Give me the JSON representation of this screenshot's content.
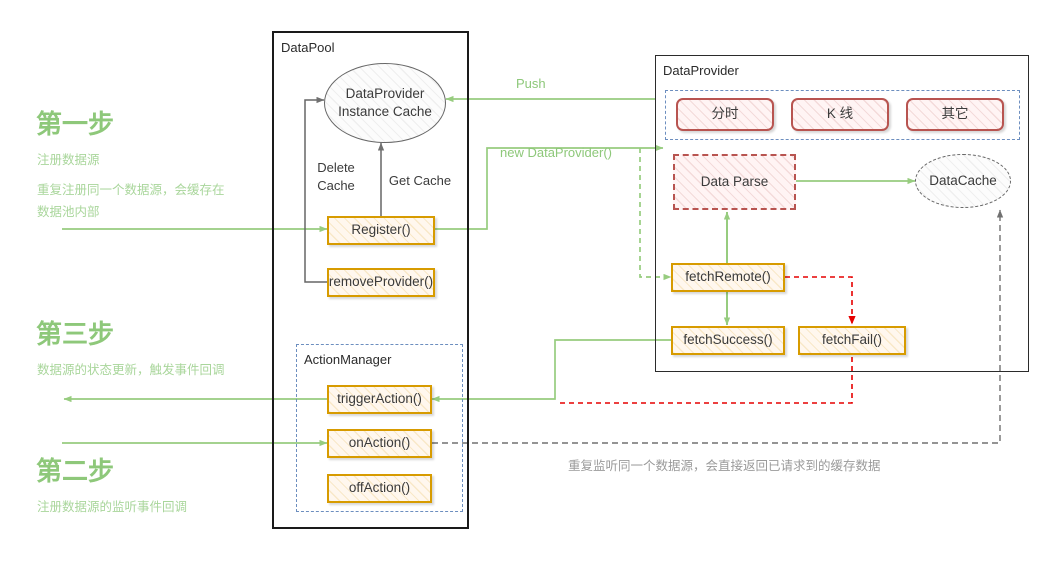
{
  "steps": [
    {
      "id": "step1",
      "title": "第一步",
      "lines": [
        "注册数据源",
        "重复注册同一个数据源，会缓存在",
        "数据池内部"
      ]
    },
    {
      "id": "step3",
      "title": "第三步",
      "lines": [
        "数据源的状态更新，触发事件回调"
      ]
    },
    {
      "id": "step2",
      "title": "第二步",
      "lines": [
        "注册数据源的监听事件回调"
      ]
    }
  ],
  "containers": {
    "datapool": {
      "title": "DataPool"
    },
    "actionmanager": {
      "title": "ActionManager"
    },
    "dataprovider": {
      "title": "DataProvider"
    }
  },
  "datapool": {
    "cache_ellipse": {
      "line1": "DataProvider",
      "line2": "Instance Cache"
    },
    "delete_cache_label": {
      "line1": "Delete",
      "line2": "Cache"
    },
    "get_cache_label": "Get Cache",
    "register": "Register()",
    "remove_provider": "removeProvider()"
  },
  "actionmanager": {
    "trigger_action": "triggerAction()",
    "on_action": "onAction()",
    "off_action": "offAction()"
  },
  "dataprovider": {
    "chips": [
      "分时",
      "K 线",
      "其它"
    ],
    "data_parse": "Data Parse",
    "data_cache": "DataCache",
    "fetch_remote": "fetchRemote()",
    "fetch_success": "fetchSuccess()",
    "fetch_fail": "fetchFail()"
  },
  "edge_labels": {
    "push": "Push",
    "new_provider": "new DataProvider()"
  },
  "notes": {
    "listen_cache": "重复监听同一个数据源，会直接返回已请求到的缓存数据"
  },
  "colors": {
    "green": "#97cc7f",
    "orange": "#d79b00",
    "red": "#b85450",
    "red_dash": "#e60000",
    "blue_dash": "#6c8ebf",
    "gray": "#707070",
    "step_title": "#8ec87a",
    "step_desc": "#a9d69b"
  }
}
